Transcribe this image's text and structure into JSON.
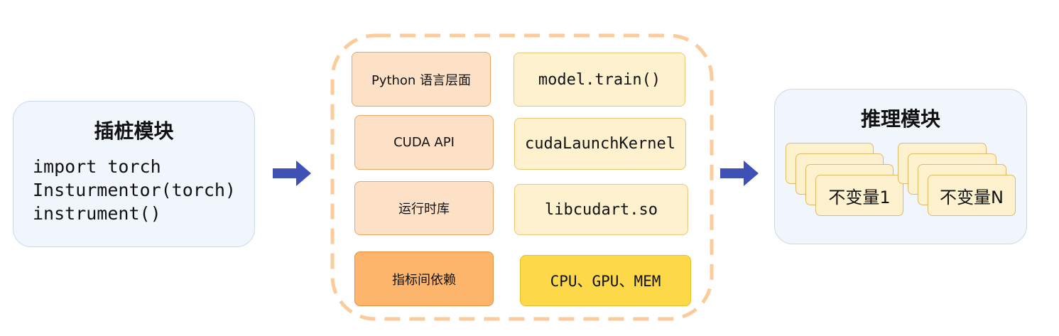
{
  "instrumentation_module": {
    "title": "插桩模块",
    "code_lines": [
      "import torch",
      "Insturmentor(torch)",
      "instrument()"
    ]
  },
  "middle_layers": [
    {
      "layer": "Python 语言层面",
      "example": "model.train()"
    },
    {
      "layer": "CUDA API",
      "example": "cudaLaunchKernel"
    },
    {
      "layer": "运行时库",
      "example": "libcudart.so"
    },
    {
      "layer": "指标间依赖",
      "example": "CPU、GPU、MEM"
    }
  ],
  "reasoning_module": {
    "title": "推理模块",
    "invariant_stacks": [
      "不变量1",
      "不变量N"
    ]
  },
  "colors": {
    "module_bg": "#f1f6fd",
    "module_border": "#c9d9ee",
    "arrow": "#3f51b5",
    "dashed_border": "#fbcb9b",
    "layer_peach": "#fde1c6",
    "layer_orange": "#fdb46b",
    "example_cream": "#fef1cd",
    "example_yellow": "#fdd94a"
  }
}
